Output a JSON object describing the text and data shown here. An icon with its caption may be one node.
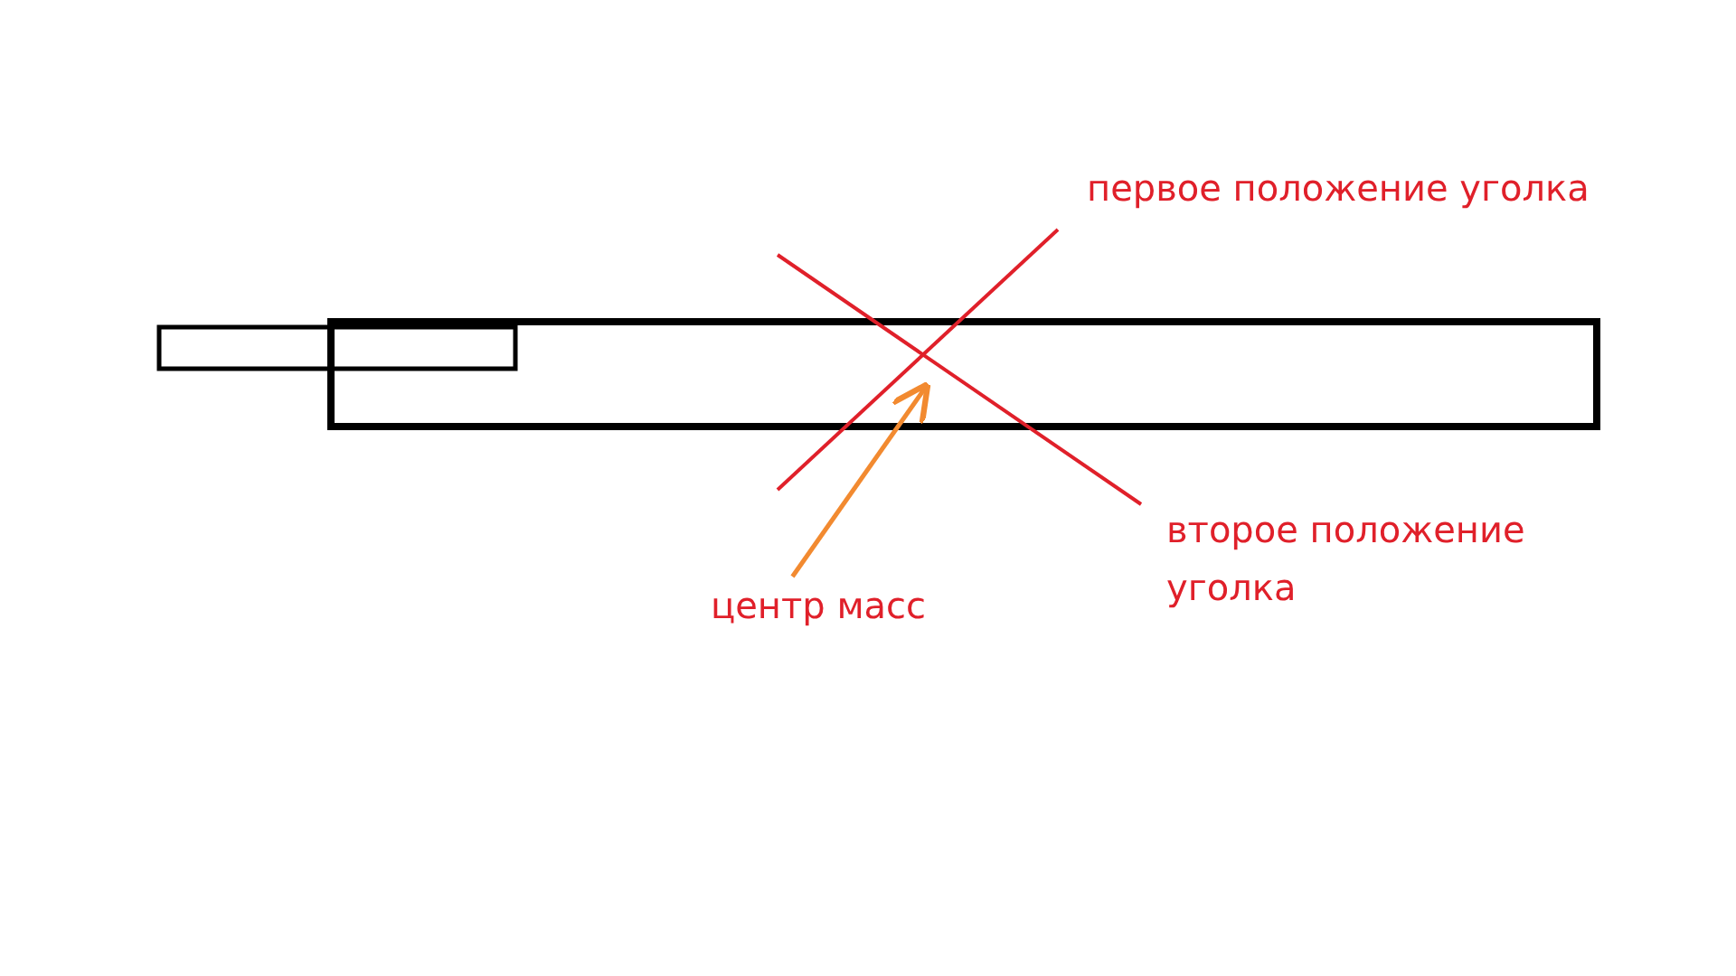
{
  "diagram": {
    "nodes": [
      {
        "text": [],
        "shape": "box"
      },
      {
        "text": [],
        "shape": "box"
      },
      {
        "text": [
          "центр масс"
        ]
      }
    ],
    "edges": [
      {
        "from": 2,
        "to": 0,
        "arrow": "to"
      }
    ],
    "labels": [
      "первое положение уголка",
      "второе положение уголка"
    ]
  }
}
